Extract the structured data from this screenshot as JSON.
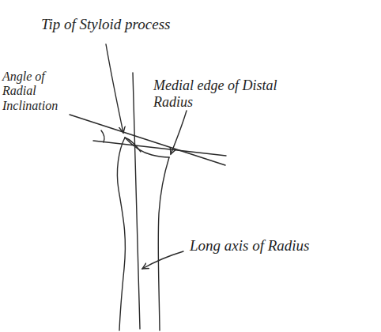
{
  "diagram": {
    "labels": [
      "Tip of Styloid process",
      "Angle of Radial Inclination",
      "Medial edge of Distal Radius",
      "Long axis of Radius"
    ]
  }
}
